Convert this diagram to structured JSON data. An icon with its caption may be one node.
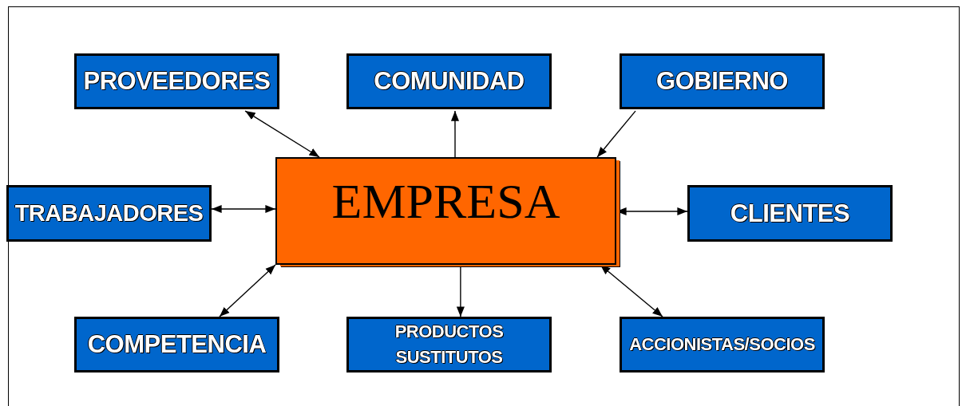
{
  "diagram": {
    "nodes": [
      {
        "text": [
          "PROVEEDORES"
        ]
      },
      {
        "text": [
          "COMUNIDAD"
        ]
      },
      {
        "text": [
          "GOBIERNO"
        ]
      },
      {
        "text": [
          "TRABAJADORES"
        ]
      },
      {
        "text": [
          "EMPRESA"
        ]
      },
      {
        "text": [
          "CLIENTES"
        ]
      },
      {
        "text": [
          "COMPETENCIA"
        ]
      },
      {
        "text": [
          "PRODUCTOS SUSTITUTOS"
        ]
      },
      {
        "text": [
          "ACCIONISTAS/SOCIOS"
        ]
      }
    ],
    "edges": [
      {
        "from": 0,
        "to": 4,
        "arrow": "both"
      },
      {
        "from": 4,
        "to": 1,
        "arrow": "to"
      },
      {
        "from": 2,
        "to": 4,
        "arrow": "to"
      },
      {
        "from": 3,
        "to": 4,
        "arrow": "both"
      },
      {
        "from": 4,
        "to": 5,
        "arrow": "both"
      },
      {
        "from": 6,
        "to": 4,
        "arrow": "both"
      },
      {
        "from": 4,
        "to": 7,
        "arrow": "to"
      },
      {
        "from": 4,
        "to": 8,
        "arrow": "both"
      }
    ]
  }
}
